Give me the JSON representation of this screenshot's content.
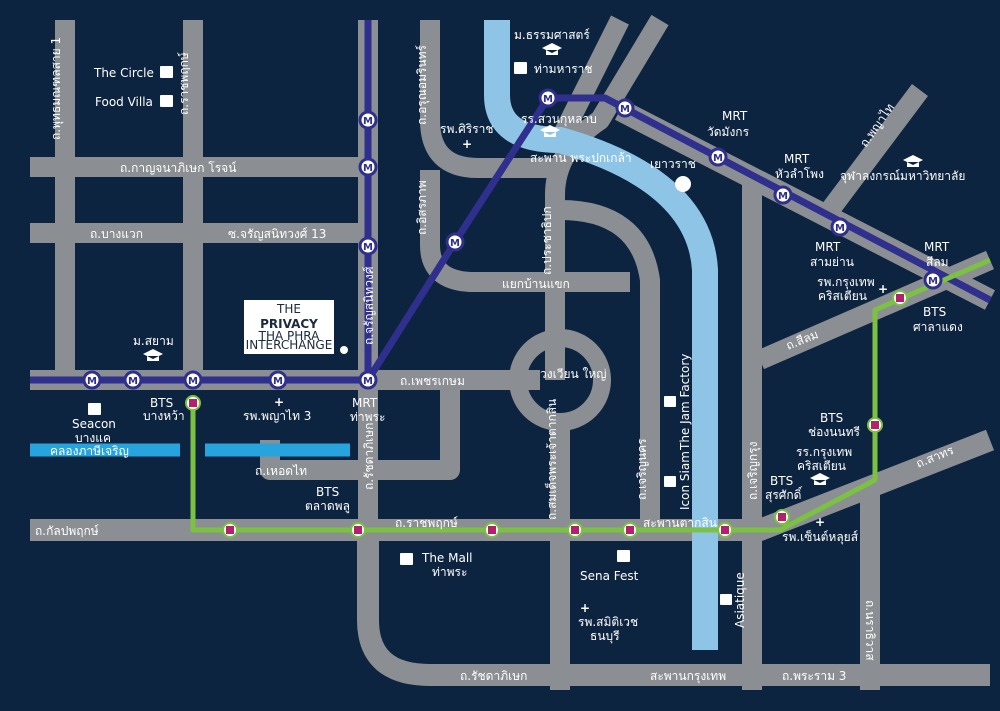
{
  "colors": {
    "background": "#0d2440",
    "road": "#8b8e92",
    "river": "#8ec5e6",
    "canal": "#27a3dd",
    "mrt_line": "#2f2f8e",
    "bts_line": "#7cc242",
    "bts_marker": "#b5206c"
  },
  "project": {
    "line1": "THE",
    "line2": "PRIVACY",
    "line3": "THA PHRA",
    "line4": "INTERCHANGE"
  },
  "roads": {
    "phutthamonthon": "ถ.พุทธมณฑลสาย 1",
    "ratchaphruek": "ถ.ราชพฤกษ์",
    "kanchanaphisek": "ถ.กาญจนาภิเษก โรจน์",
    "bangwaek": "ถ.บางแวก",
    "charansanitwong13": "ซ.จรัญสนิทวงศ์ 13",
    "charansanitwong": "ถ.จรัญสนิทวงศ์",
    "arun_amarin": "ถ.อรุณอมรินทร์",
    "itsaraphap": "ถ.อิสรภาพ",
    "prajadhipok": "ถ.ประชาธิปก",
    "yaek_ban_khaek": "แยกบ้านแขก",
    "phetkasem": "ถ.เพชรเกษม",
    "ratchadaphisek_v": "ถ.รัชดาภิเษก",
    "ratchadaphisek_h": "ถ.รัชดาภิเษก",
    "somdet_chao_phraya": "ถ.สมเด็จพระเจ้าตากสิน",
    "charoen_nakhon": "ถ.เจริญนคร",
    "charoen_krung": "ถ.เจริญกรุง",
    "hoi_thai": "ถ.เหอดไท",
    "kanlapaphruek": "ถ.กัลปพฤกษ์",
    "ratchaphruek_h": "ถ.ราชพฤกษ์",
    "silom": "ถ.สีลม",
    "sathorn": "ถ.สาทร",
    "phaya_thai": "ถ.พญาไท",
    "nara_thiwat": "ถ.นราธิวาส",
    "rama3": "ถ.พระราม 3",
    "wongwian_yai": "วงเวียน ใหญ่",
    "bridge_taksin": "สะพานตากสิน",
    "bridge_pokklao": "สะพาน พระปกเกล้า",
    "bridge_krungthep": "สะพานกรุงเทพ",
    "canal": "คลองภาษีเจริญ"
  },
  "places": {
    "the_circle": "The Circle",
    "food_villa": "Food Villa",
    "siam_u": "ม.สยาม",
    "seacon": "Seacon",
    "seacon2": "บางแค",
    "bts_bang_wa": "BTS",
    "bts_bang_wa2": "บางหว้า",
    "phyathai3": "รพ.พญาไท 3",
    "mrt_tha_phra": "MRT",
    "mrt_tha_phra2": "ท่าพระ",
    "bts_talat_phlu": "BTS",
    "bts_talat_phlu2": "ตลาดพลู",
    "the_mall": "The Mall",
    "the_mall2": "ท่าพระ",
    "siriraj": "รพ.ศิริราช",
    "thammasat": "ม.ธรรมศาสตร์",
    "tha_maharaj": "ท่ามหาราช",
    "suankularb": "รร.สวนกุหลาบ",
    "yaowarat": "เยาวราช",
    "mrt_wat_mangkon": "MRT",
    "mrt_wat_mangkon2": "วัดมังกร",
    "mrt_hua_lamphong": "MRT",
    "mrt_hua_lamphong2": "หัวลำโพง",
    "mrt_sam_yan": "MRT",
    "mrt_sam_yan2": "สามย่าน",
    "mrt_silom": "MRT",
    "mrt_silom2": "สีลม",
    "chula": "จุฬาลงกรณ์มหาวิทยาลัย",
    "bangkok_christian_hosp": "รพ.กรุงเทพ",
    "bangkok_christian_hosp2": "คริสเตียน",
    "bts_sala_daeng": "BTS",
    "bts_sala_daeng2": "ศาลาแดง",
    "bts_chong_nonsi": "BTS",
    "bts_chong_nonsi2": "ช่องนนทรี",
    "bangkok_christian_school": "รร.กรุงเทพ",
    "bangkok_christian_school2": "คริสเตียน",
    "bts_surasak": "BTS",
    "bts_surasak2": "สุรศักดิ์",
    "st_louis": "รพ.เซ็นต์หลุยส์",
    "jam_factory": "The Jam Factory",
    "icon_siam": "Icon Siam",
    "sena_fest": "Sena Fest",
    "samitivej": "รพ.สมิติเวช",
    "samitivej2": "ธนบุรี",
    "asiatique": "Asiatique"
  },
  "icons": {
    "mrt": "M",
    "shopping": "shopping-bag-icon",
    "hospital": "hospital-cross-icon",
    "university": "graduation-cap-icon",
    "dining": "dining-icon",
    "bts": "bts-station-icon"
  }
}
